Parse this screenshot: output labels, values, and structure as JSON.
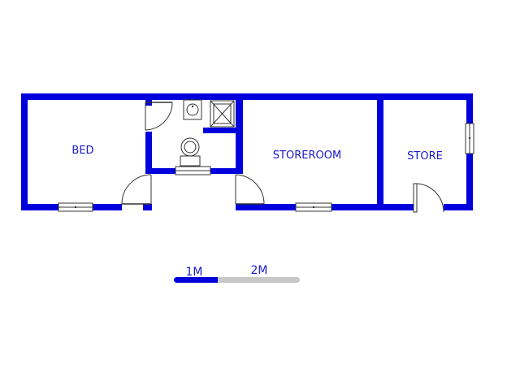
{
  "rooms": [
    {
      "label": "BED"
    },
    {
      "label": "STOREROOM"
    },
    {
      "label": "STORE"
    }
  ],
  "scale_bar": {
    "labels": [
      "1M",
      "2M"
    ]
  },
  "colors": {
    "wall": "#0000dd",
    "label": "#1a1acc",
    "scale_filled": "#0000dd",
    "scale_empty": "#c8c8c8"
  }
}
